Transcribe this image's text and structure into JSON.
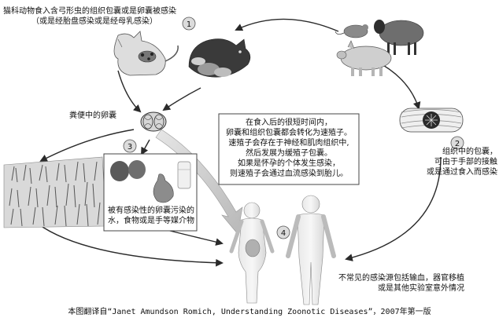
{
  "labels": {
    "cat_host": [
      "猫科动物食入含弓形虫的组织包囊或是卵囊被感染",
      "（或是经胎盘感染或是经母乳感染）"
    ],
    "oocyst_feces": "粪便中的卵囊",
    "tissue_cyst": [
      "组织中的包囊，",
      "可由于手部的接触",
      "或是通过食入而感染"
    ],
    "contamination": [
      "被有感染性的卵囊污染的",
      "水，食物或是手等媒介物"
    ],
    "rare_routes": [
      "不常见的感染源包括输血，器官移植",
      "或是其他实验室意外情况"
    ],
    "conversion_box": [
      "在食入后的很短时间内，",
      "卵囊和组织包囊都会转化为速殖子。",
      "速殖子会存在于神经和肌肉组织中,",
      "然后发展为缓殖子包囊。",
      "如果是怀孕的个体发生感染，",
      "则速殖子会通过血流感染到胎儿。"
    ]
  },
  "steps": [
    "1",
    "2",
    "3",
    "4"
  ],
  "caption": {
    "prefix": "本图翻译自",
    "source": "“Janet Amundson Romich, Understanding Zoonotic Diseases”，2007",
    "suffix": "年第一版"
  },
  "colors": {
    "arrow": "#2a2a2a",
    "step_circle": "#dcdcdc",
    "fat_arrow": "#cfcfcf"
  }
}
